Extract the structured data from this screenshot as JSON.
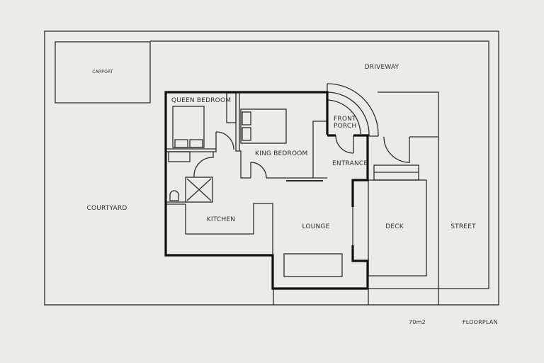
{
  "plan": {
    "title": "FLOORPLAN",
    "area": "70m2",
    "colors": {
      "background": "#ecebe7",
      "line": "#2b2b2b",
      "text": "#2f2f2f"
    }
  },
  "rooms": {
    "carport": "CARPORT",
    "driveway": "DRIVEWAY",
    "queen_bedroom": "QUEEN BEDROOM",
    "king_bedroom": "KING BEDROOM",
    "front_porch_line1": "FRONT",
    "front_porch_line2": "PORCH",
    "entrance": "ENTRANCE",
    "courtyard": "COURTYARD",
    "kitchen": "KITCHEN",
    "lounge": "LOUNGE",
    "deck": "DECK",
    "street": "STREET"
  }
}
